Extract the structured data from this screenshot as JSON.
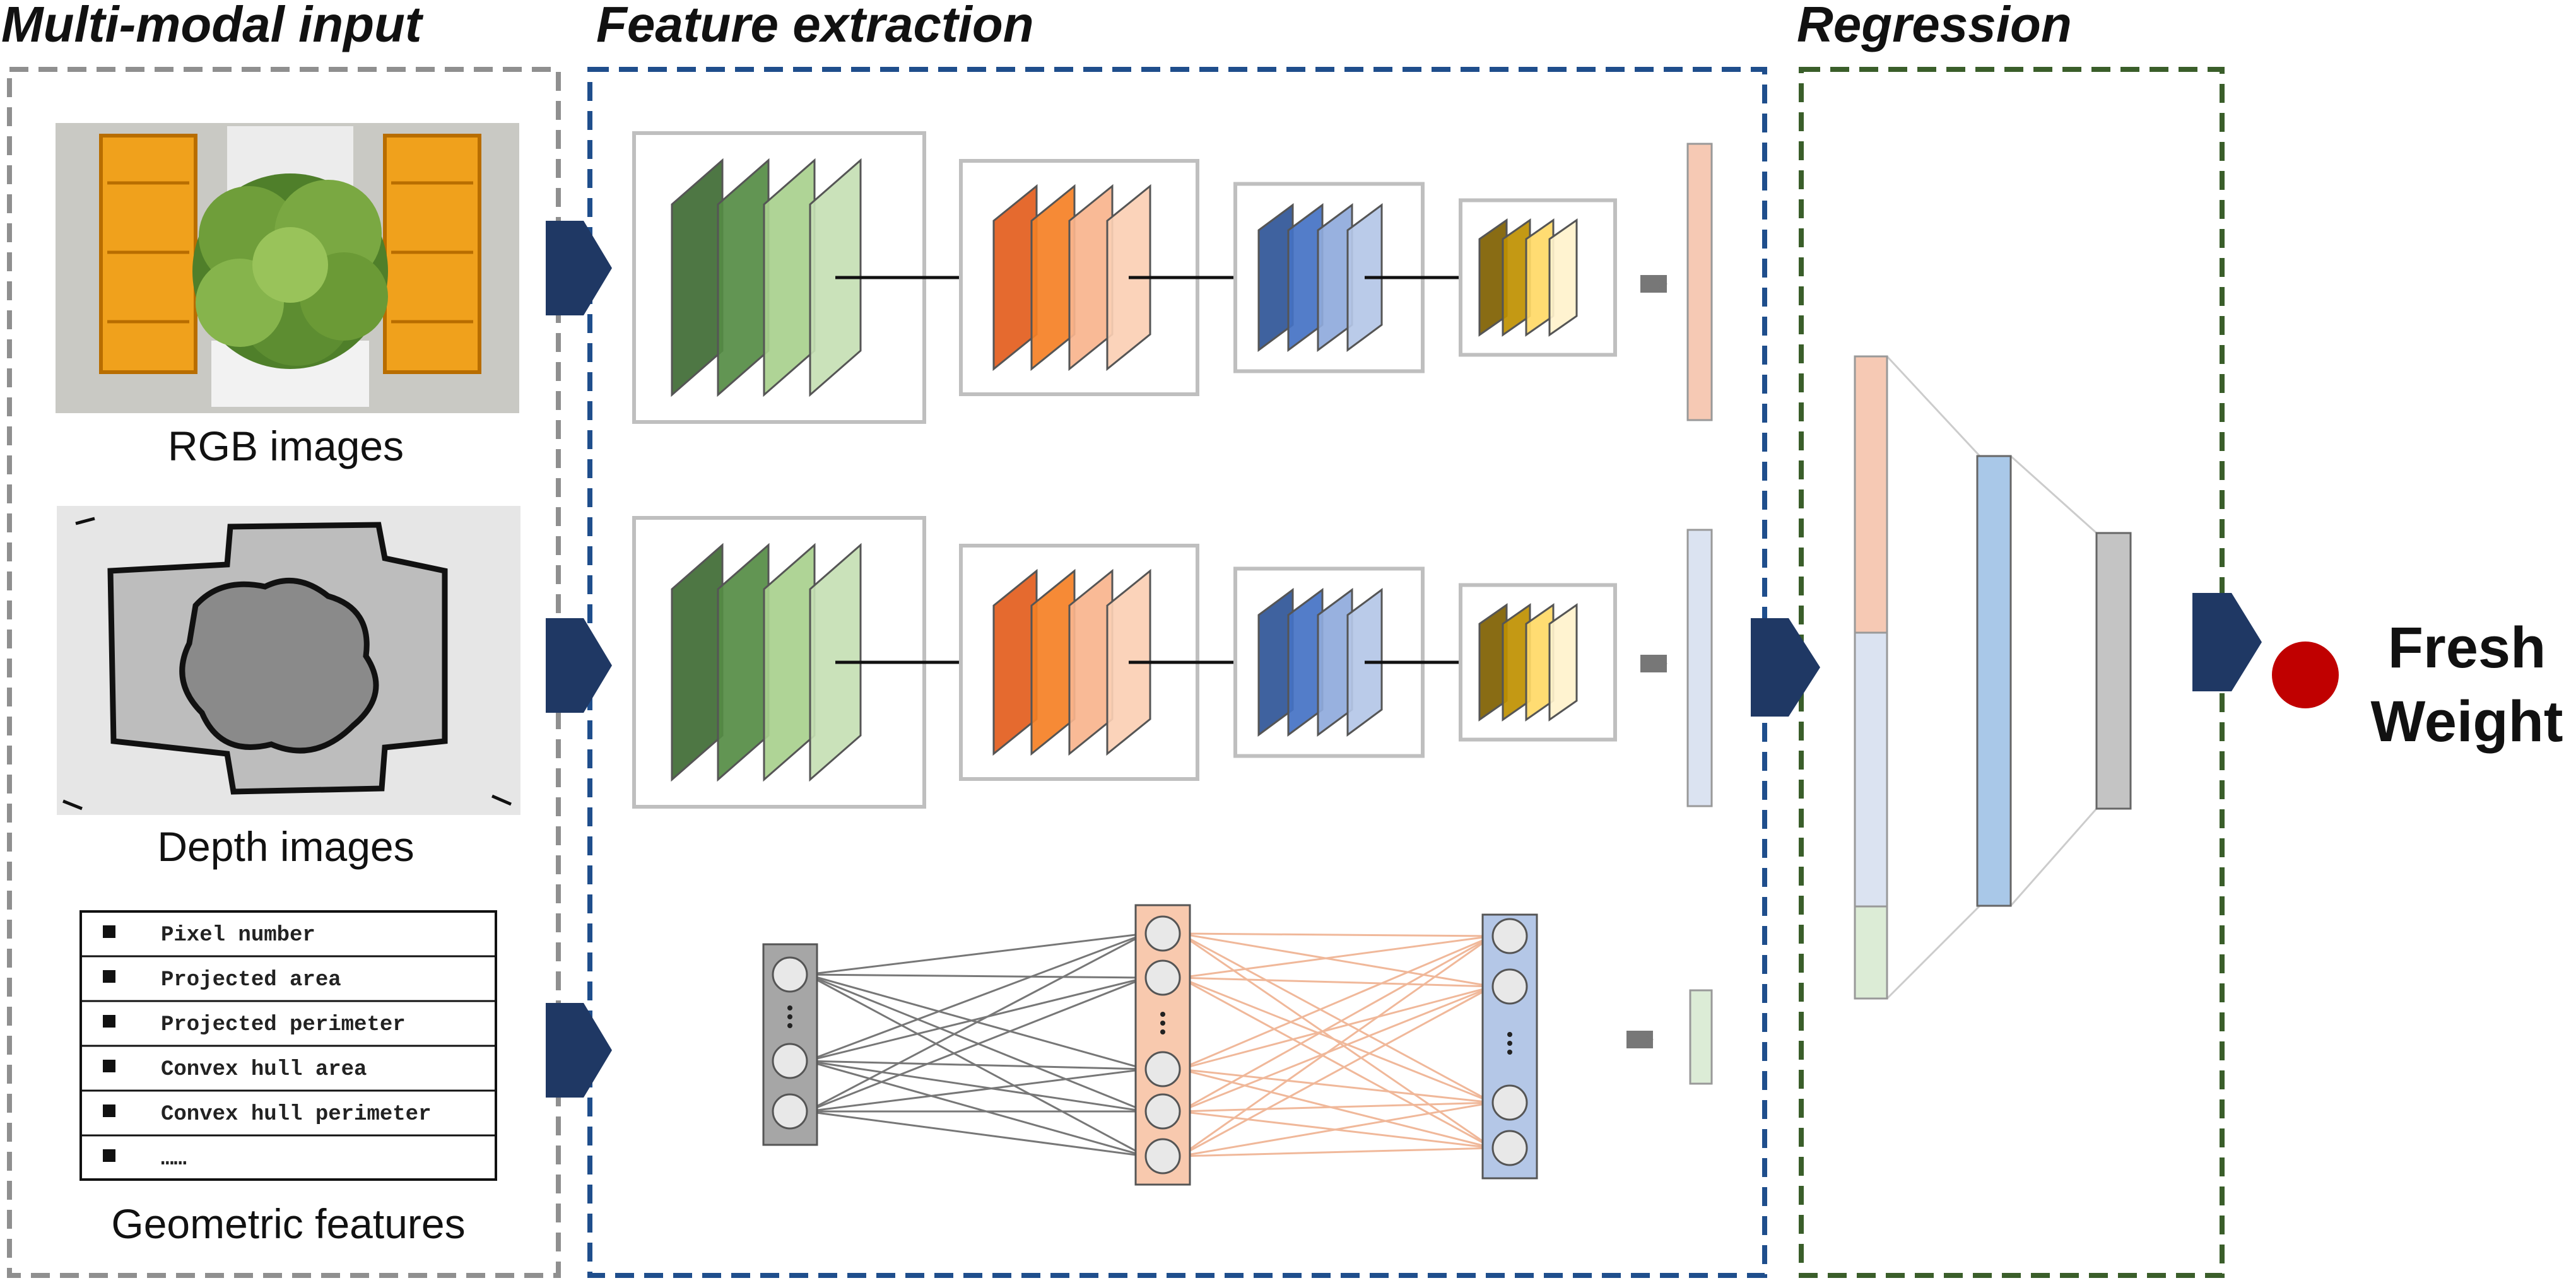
{
  "sections": {
    "input": {
      "title": "Multi-modal input"
    },
    "feature": {
      "title": "Feature extraction"
    },
    "regression": {
      "title": "Regression"
    }
  },
  "inputs": {
    "rgb_label": "RGB images",
    "depth_label": "Depth images",
    "geometric_label": "Geometric features",
    "geometric_items": [
      "Pixel number",
      "Projected area",
      "Projected perimeter",
      "Convex hull area",
      "Convex hull perimeter",
      "……"
    ]
  },
  "output": {
    "line1": "Fresh",
    "line2": "Weight"
  },
  "colors": {
    "input_border": "#8f8f8f",
    "feature_border": "#1f4e8c",
    "regression_border": "#3a5e2a",
    "big_arrow": "#1f3864",
    "output_dot": "#c00000",
    "rgb_feature": "#f6c9b4",
    "depth_feature": "#dbe3f1",
    "geometric_feature": "#dcecd6",
    "fc_hidden": "#a9c8e8",
    "fc_out": "#c4c4c4"
  }
}
